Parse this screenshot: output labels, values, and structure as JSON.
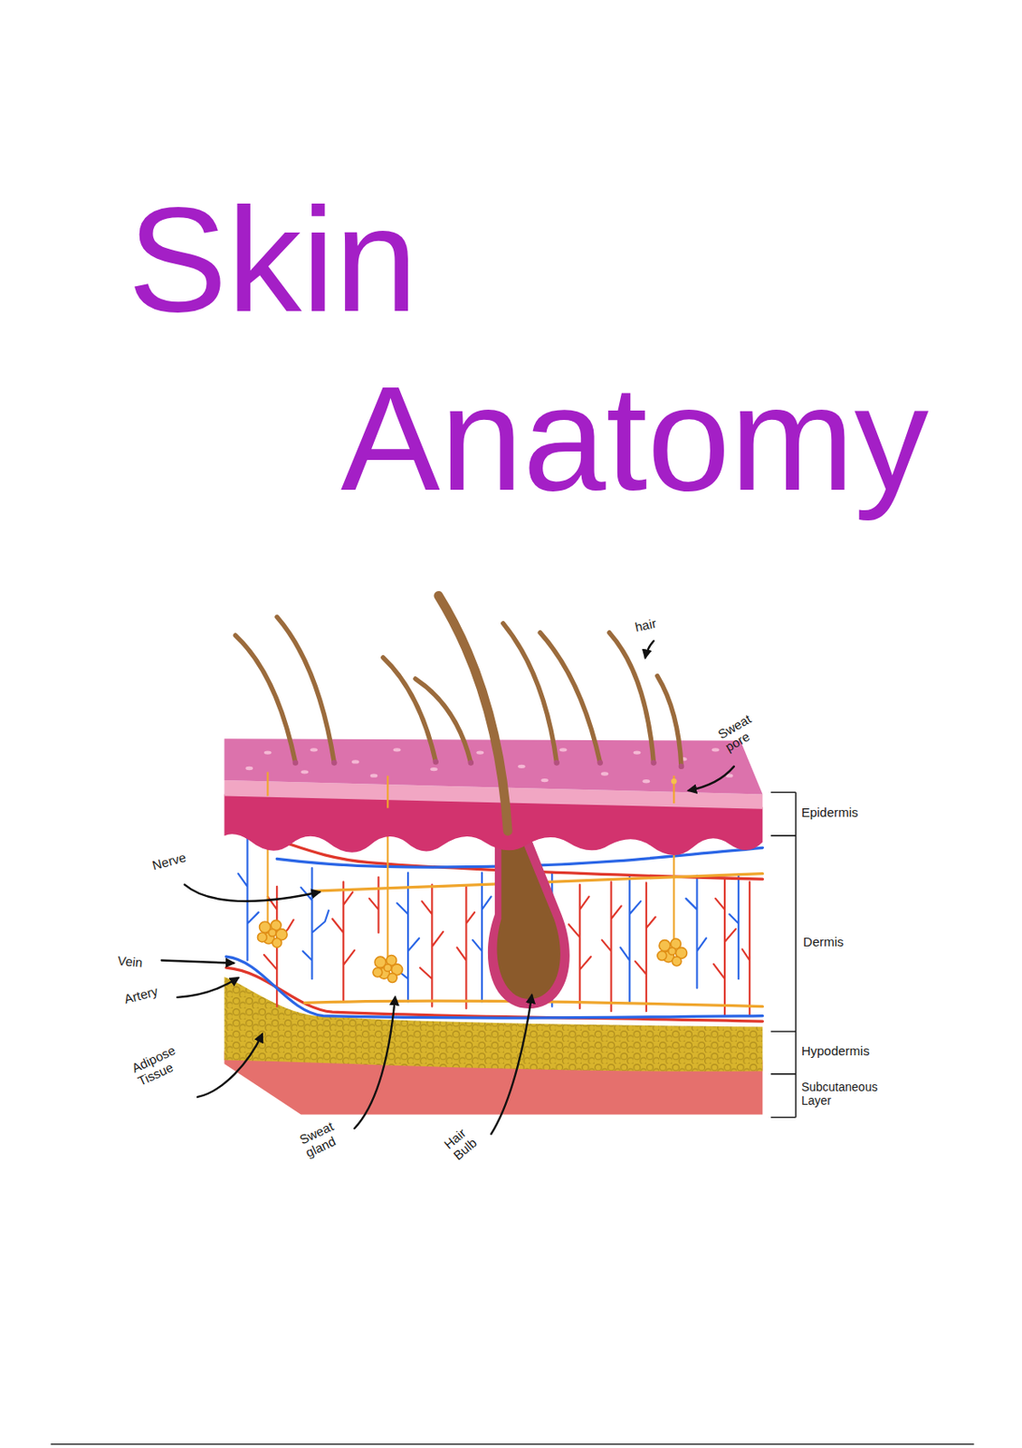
{
  "diagram": {
    "title": "Skin Anatomy",
    "labels": [
      "hair",
      "Sweat pore",
      "Epidermis",
      "Nerve",
      "Dermis",
      "Vein",
      "Artery",
      "Hypodermis",
      "Adipose Tissue",
      "Subcutaneous Layer",
      "Sweat gland",
      "Hair Bulb"
    ]
  }
}
